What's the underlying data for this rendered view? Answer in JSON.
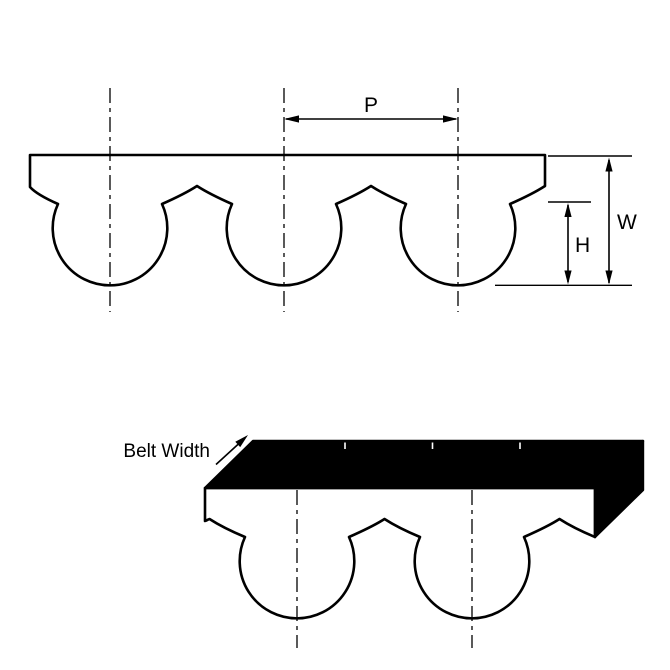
{
  "figure": {
    "type": "technical-diagram",
    "subject": "timing-belt-tooth-profile",
    "labels": {
      "pitch": "P",
      "total_thickness": "W",
      "tooth_height": "H",
      "belt_width": "Belt Width"
    },
    "colors": {
      "stroke": "#000000",
      "belt_fill": "#ffffff",
      "belt_back_fill": "#000000",
      "background": "#ffffff"
    }
  }
}
